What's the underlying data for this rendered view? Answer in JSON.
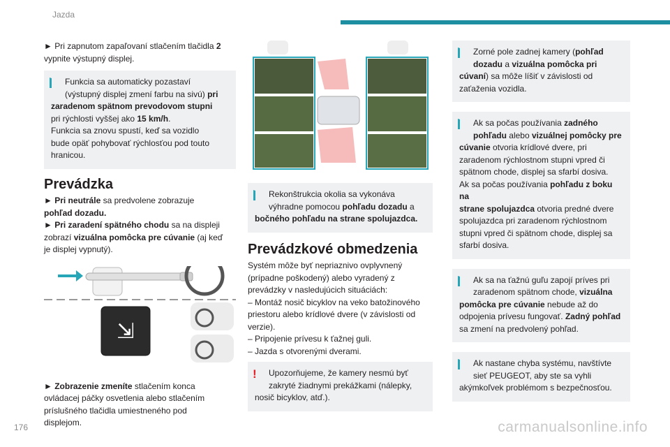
{
  "header": {
    "section": "Jazda"
  },
  "page_number": "176",
  "watermark": "carmanualsonline.info",
  "col1": {
    "p1_arrow": "►",
    "p1_text": " Pri zapnutom zapaľovaní stlačením tlačidla ",
    "p1_bold": "2",
    "p1_end": "vypnite výstupný displej.",
    "box1": {
      "l1": "Funkcia sa automaticky pozastaví",
      "l2a": "(výstupný displej zmení farbu na sivú) ",
      "l2b": "pri",
      "l3": "zaradenom spätnom prevodovom stupni",
      "l4a": "pri rýchlosti vyššej ako ",
      "l4b": "15 km/h",
      "l4c": ".",
      "l5": "Funkcia sa znovu spustí, keď sa vozidlo",
      "l6": "bude opäť pohybovať rýchlosťou pod touto",
      "l7": "hranicou."
    },
    "h_prevadzka": "Prevádzka",
    "pr1_bold": "Pri neutrále",
    "pr1_text": " sa predvolene zobrazuje",
    "pr1_l2": "pohľad dozadu.",
    "pr2_bold": "Pri zaradení spätného chodu",
    "pr2_text": " sa na displeji",
    "pr2_l2a": "zobrazí ",
    "pr2_l2b": "vizuálna pomôcka pre cúvanie",
    "pr2_l2c": " (aj keď",
    "pr2_l3": "je displej vypnutý).",
    "zm_bold": "Zobrazenie zmeníte",
    "zm_t1": " stlačením konca",
    "zm_t2": "ovládacej páčky osvetlenia alebo stlačením",
    "zm_t3": "príslušného tlačidla umiestneného pod",
    "zm_t4": "displejom."
  },
  "col2": {
    "box_rek": {
      "l1": "Rekonštrukcia okolia sa vykonáva",
      "l2a": "výhradne pomocou ",
      "l2b": "pohľadu dozadu",
      "l2c": " a",
      "l3": "bočného pohľadu na strane spolujazdca."
    },
    "h_obmedzenia": "Prevádzkové obmedzenia",
    "o1": "Systém môže byť nepriaznivo ovplyvnený",
    "o2": "(prípadne poškodený) alebo vyradený z",
    "o3": "prevádzky v nasledujúcich situáciách:",
    "o4": "–  Montáž nosič bicyklov na veko batožinového",
    "o5": "priestoru alebo krídlové dvere (v závislosti od",
    "o6": "verzie).",
    "o7": "–  Pripojenie prívesu k ťažnej guli.",
    "o8": "–  Jazda s otvorenými dverami.",
    "box_warn": {
      "l1": "Upozorňujeme, že kamery nesmú byť",
      "l2": "zakryté žiadnymi prekážkami (nálepky,",
      "l3": "nosič bicyklov, atď.)."
    }
  },
  "col3": {
    "b1": {
      "l1a": "Zorné pole zadnej kamery (",
      "l1b": "pohľad",
      "l2a": "dozadu",
      "l2b": " a ",
      "l2c": "vizuálna pomôcka pri",
      "l3a": "cúvaní",
      "l3b": ") sa môže líšiť v závislosti od",
      "l4": "zaťaženia vozidla."
    },
    "b2": {
      "l1a": "Ak sa počas používania ",
      "l1b": "zadného",
      "l2a": "pohľadu",
      "l2b": " alebo ",
      "l2c": "vizuálnej pomôcky pre",
      "l3a": "cúvanie",
      "l3b": " otvoria krídlové dvere, pri",
      "l4": "zaradenom rýchlostnom stupni vpred či",
      "l5": "spätnom chode, displej sa sfarbí dosiva.",
      "l6a": "Ak sa počas používania ",
      "l6b": "pohľadu z boku na",
      "l7a": "strane spolujazdca",
      "l7b": " otvoria predné dvere",
      "l8": "spolujazdca pri zaradenom rýchlostnom",
      "l9": "stupni vpred či spätnom chode, displej sa",
      "l10": "sfarbí dosiva."
    },
    "b3": {
      "l1": "Ak sa na ťažnú guľu zapojí príves pri",
      "l2a": "zaradenom spätnom chode, ",
      "l2b": "vizuálna",
      "l3a": "pomôcka pre cúvanie",
      "l3b": " nebude až do",
      "l4a": "odpojenia prívesu fungovať. ",
      "l4b": "Zadný pohľad",
      "l5": "sa zmení na predvolený pohľad."
    },
    "b4": {
      "l1": "Ak nastane chyba systému, navštívte",
      "l2": "sieť PEUGEOT, aby ste sa vyhli",
      "l3": "akýmkoľvek problémom s bezpečnosťou."
    }
  },
  "colors": {
    "accent": "#1d8fa0",
    "box_bg": "#eef0f2",
    "warn": "#e31e24",
    "marker": "#27a6b8"
  }
}
